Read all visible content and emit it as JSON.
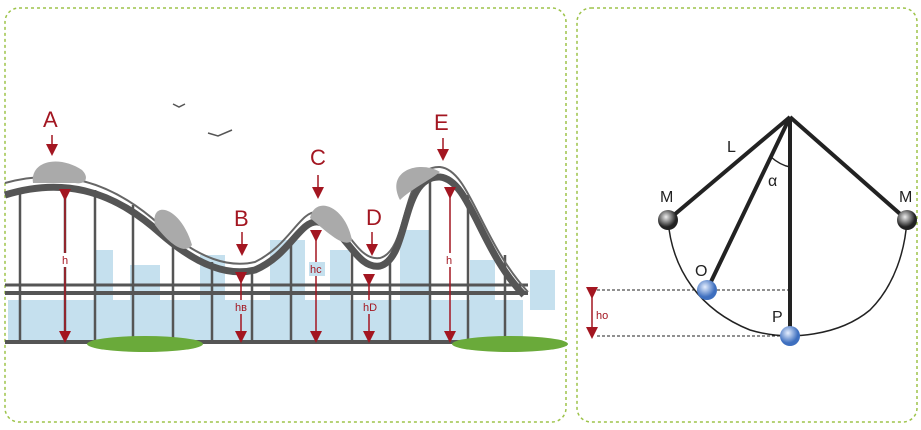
{
  "coaster": {
    "points": [
      "A",
      "B",
      "C",
      "D",
      "E"
    ],
    "heights": [
      "h",
      "hв",
      "hc",
      "hD",
      "h"
    ]
  },
  "pendulum": {
    "length_label": "L",
    "angle_label": "α",
    "mass_left": "M",
    "mass_right": "M",
    "point_o": "O",
    "point_p": "P",
    "height_label": "hо"
  },
  "colors": {
    "border": "#9dc34a",
    "accent": "#a31621",
    "track": "#555555",
    "city": "#c5e0ee",
    "grass": "#6aaa3a",
    "ball": "#5a88cc"
  }
}
